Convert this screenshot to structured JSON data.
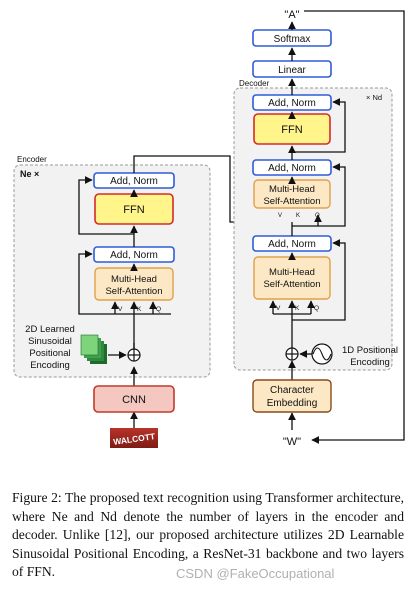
{
  "diagram": {
    "encoder_title": "Encoder",
    "encoder_repeat": "Ne ×",
    "decoder_title": "Decoder",
    "decoder_repeat": "× Nd",
    "enc_addnorm_top": "Add, Norm",
    "enc_ffn": "FFN",
    "enc_addnorm_mid": "Add, Norm",
    "enc_mha_line1": "Multi-Head",
    "enc_mha_line2": "Self-Attention",
    "enc_v": "V",
    "enc_k": "K",
    "enc_q": "Q",
    "pos2d_line1": "2D Learned",
    "pos2d_line2": "Sinusoidal",
    "pos2d_line3": "Positional",
    "pos2d_line4": "Encoding",
    "cnn": "CNN",
    "input_image_text": "WALCOTT",
    "output_token": "\"A\"",
    "softmax": "Softmax",
    "linear": "Linear",
    "dec_addnorm_top": "Add, Norm",
    "dec_ffn": "FFN",
    "dec_addnorm_2": "Add, Norm",
    "dec_mha1_line1": "Multi-Head",
    "dec_mha1_line2": "Self-Attention",
    "dec_v1": "V",
    "dec_k1": "K",
    "dec_q1": "Q",
    "dec_addnorm_3": "Add, Norm",
    "dec_mha2_line1": "Multi-Head",
    "dec_mha2_line2": "Self-Attention",
    "dec_v2": "V",
    "dec_k2": "K",
    "dec_q2": "Q",
    "pos1d_line1": "1D Positional",
    "pos1d_line2": "Encoding",
    "char_emb_line1": "Character",
    "char_emb_line2": "Embedding",
    "input_token": "\"W\""
  },
  "caption": {
    "text": "Figure 2: The proposed text recognition using Transformer architecture, where Ne and Nd denote the number of layers in the encoder and decoder. Unlike [12], our proposed architecture utilizes 2D Learnable Sinusoidal Positional Encoding, a ResNet-31 backbone and two layers of FFN."
  },
  "watermark": "CSDN @FakeOccupational",
  "colors": {
    "blue_border": "#2e5bd8",
    "ffn_fill": "#fff58a",
    "ffn_border": "#d62a2a",
    "mha_fill": "#fde8c6",
    "mha_border": "#e2a04a",
    "cnn_fill": "#f4c8c0",
    "cnn_border": "#c03a2a",
    "embed_fill": "#fde8c6",
    "embed_border": "#8a4a1a",
    "container_fill": "#f2f2f2"
  }
}
